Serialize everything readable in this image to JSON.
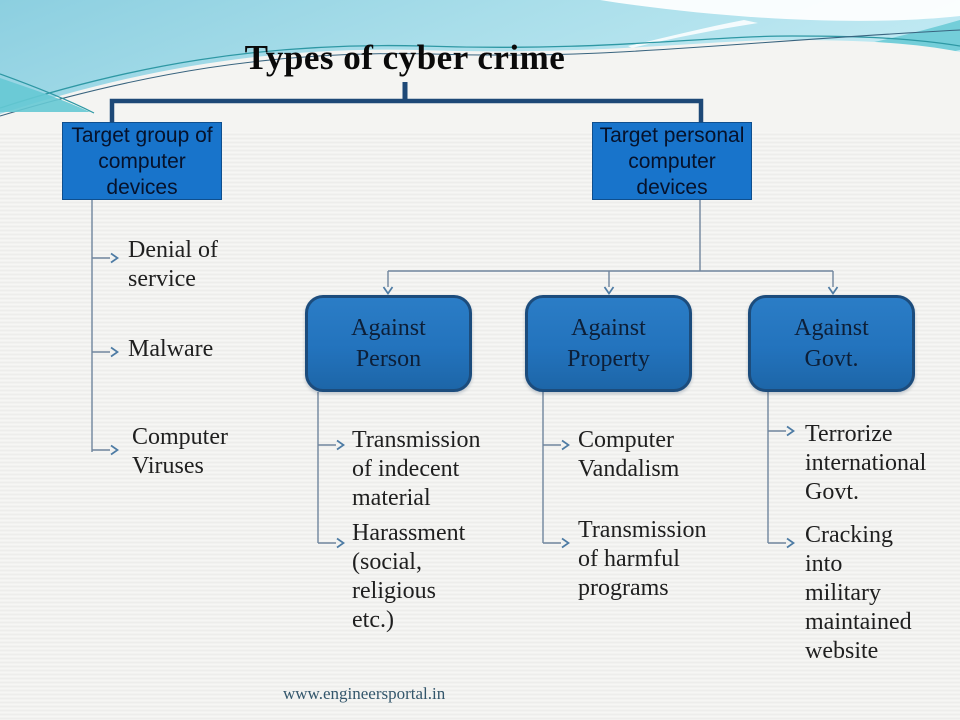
{
  "slide": {
    "title": "Types of cyber crime",
    "footer_url": "www.engineersportal.in"
  },
  "tree": {
    "left_box": "Target group of\ncomputer\ndevices",
    "right_box": "Target personal\ncomputer\ndevices",
    "against_person": "Against\nPerson",
    "against_property": "Against\nProperty",
    "against_govt": "Against\nGovt.",
    "left_items": [
      "Denial of\nservice",
      "Malware",
      "Computer\nViruses"
    ],
    "person_items": [
      "Transmission\nof indecent\nmaterial",
      "Harassment\n(social,\nreligious\netc.)"
    ],
    "property_items": [
      "Computer\nVandalism",
      "Transmission\nof harmful\nprograms"
    ],
    "govt_items": [
      "Terrorize\ninternational\nGovt.",
      "Cracking\ninto\nmilitary\nmaintained\nwebsite"
    ]
  },
  "colors": {
    "rect_box_blue": "#1874cb",
    "rounded_box_blue": "#2373bd",
    "rounded_box_border": "#1c4c7c",
    "connector_navy": "#1d4877",
    "connector_thin": "#70859d",
    "arrowhead_blue": "#4d7ba4",
    "sky_blue": "#9ed8e7",
    "teal_wave": "#74ced9",
    "footer_text": "#33566b"
  }
}
